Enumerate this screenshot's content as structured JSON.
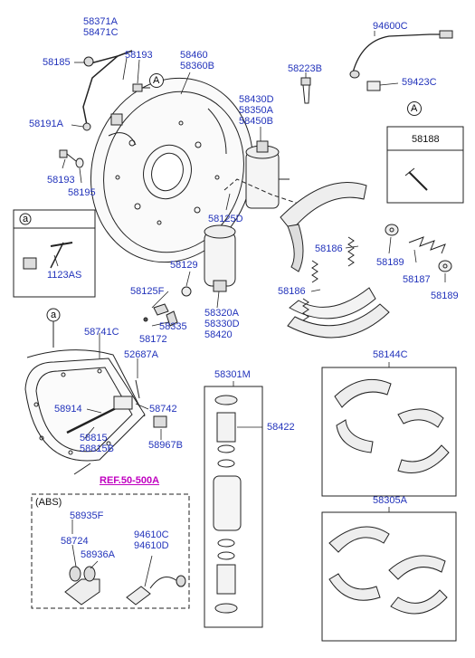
{
  "parts": {
    "p58371A": "58371A",
    "p58471C": "58471C",
    "p58185": "58185",
    "p58193a": "58193",
    "p58460": "58460",
    "p58360B": "58360B",
    "p58191A": "58191A",
    "p58193b": "58193",
    "p58195": "58195",
    "p58223B": "58223B",
    "p58430D": "58430D",
    "p58350A": "58350A",
    "p58450B": "58450B",
    "p94600C": "94600C",
    "p59423C": "59423C",
    "p58188": "58188",
    "p58125D": "58125D",
    "p58186a": "58186",
    "p58186b": "58186",
    "p58189a": "58189",
    "p58187": "58187",
    "p58189b": "58189",
    "p1123AS": "1123AS",
    "p58129": "58129",
    "p58125F": "58125F",
    "p58335": "58335",
    "p58172": "58172",
    "p58320A": "58320A",
    "p58330D": "58330D",
    "p58420": "58420",
    "p58741C": "58741C",
    "p52687A": "52687A",
    "p58914": "58914",
    "p58742": "58742",
    "p58815": "58815",
    "p58815B": "58815B",
    "p58967B": "58967B",
    "p58301M": "58301M",
    "p58422": "58422",
    "p58144C": "58144C",
    "p58305A": "58305A",
    "p58935F": "58935F",
    "p58724": "58724",
    "p58936A": "58936A",
    "p94610C": "94610C",
    "p94610D": "94610D"
  },
  "callouts": {
    "a1": "a",
    "a2": "a",
    "A1": "A",
    "A2": "A"
  },
  "reference": "REF.50-500A",
  "abs_label": "(ABS)"
}
